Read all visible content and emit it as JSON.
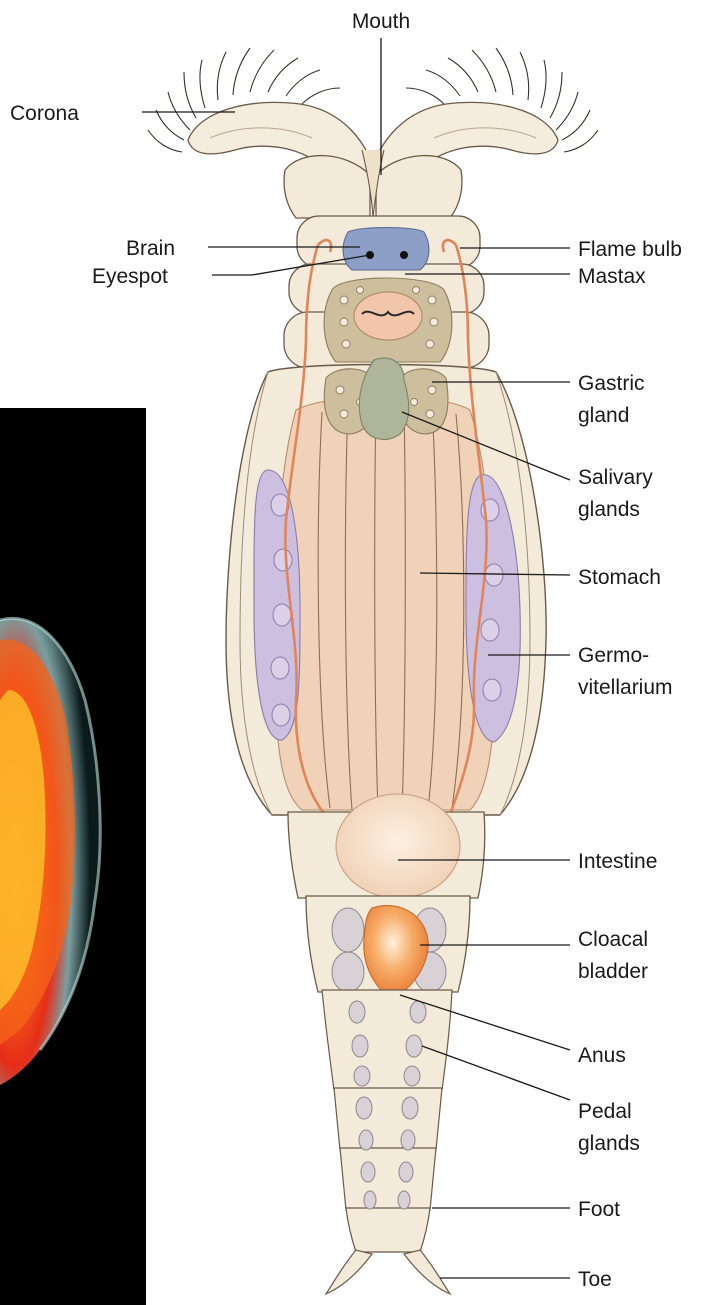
{
  "labels": {
    "mouth": "Mouth",
    "corona": "Corona",
    "brain": "Brain",
    "flame_bulb": "Flame bulb",
    "eyespot": "Eyespot",
    "mastax": "Mastax",
    "gastric_gland": [
      "Gastric",
      "gland"
    ],
    "salivary_glands": [
      "Salivary",
      "glands"
    ],
    "stomach": "Stomach",
    "germovitellarium": [
      "Germo-",
      "vitellarium"
    ],
    "intestine": "Intestine",
    "cloacal_bladder": [
      "Cloacal",
      "bladder"
    ],
    "anus": "Anus",
    "pedal_glands": [
      "Pedal",
      "glands"
    ],
    "foot": "Foot",
    "toe": "Toe"
  },
  "colors": {
    "body": "#f3ead9",
    "body_outline": "#6b5a48",
    "stomach": "#efd2b8",
    "nerve": "#e0845a",
    "brain": "#8e9fc7",
    "mastax": "#cdbf9e",
    "salivary": "#aeb59a",
    "germovitellarium": "#cdbfe0",
    "cloaca": "#f29a55",
    "pedal": "#d8d2d6",
    "photo_background": "#000000"
  }
}
